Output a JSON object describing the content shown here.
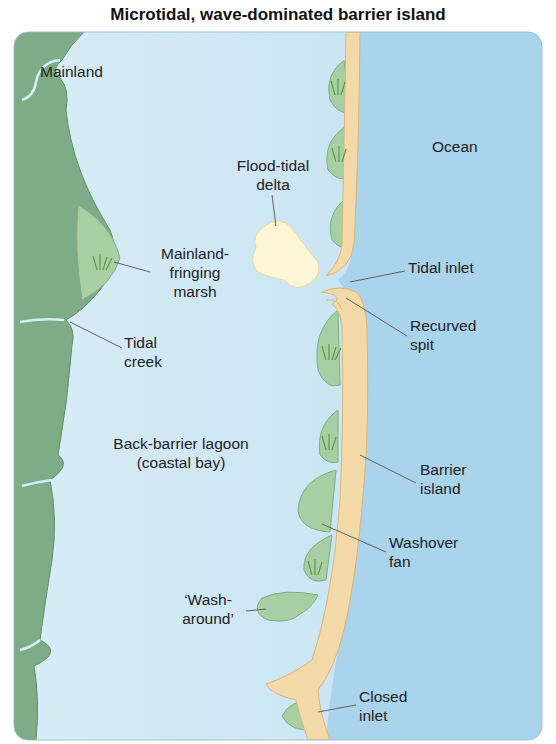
{
  "diagram": {
    "title": "Microtidal, wave-dominated barrier island",
    "labels": [
      "Mainland",
      "Ocean",
      "Flood-tidal delta",
      "Mainland-fringing marsh",
      "Tidal inlet",
      "Recurved spit",
      "Tidal creek",
      "Back-barrier lagoon (coastal bay)",
      "Barrier island",
      "Washover fan",
      "‘Wash-around’",
      "Closed inlet"
    ]
  }
}
